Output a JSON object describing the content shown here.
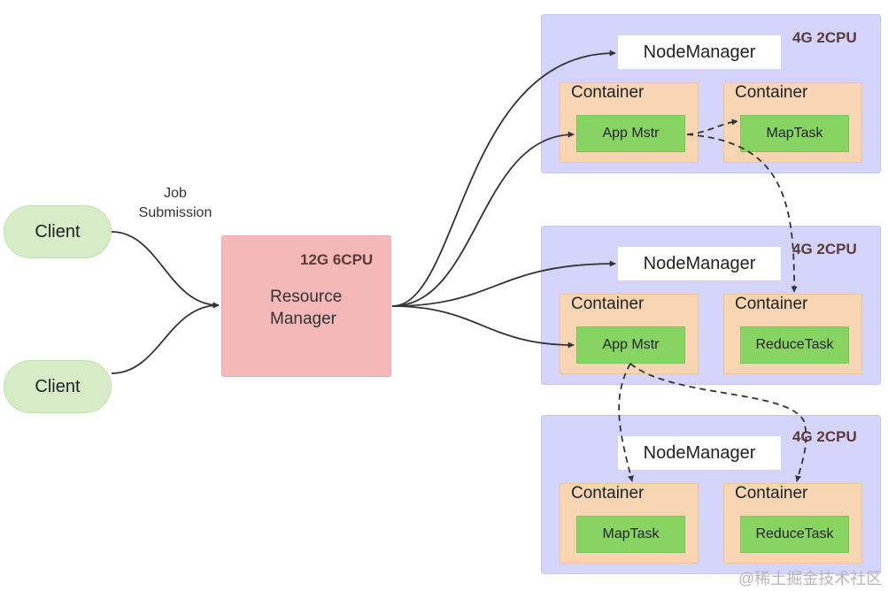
{
  "job_label": [
    "Job",
    "Submission"
  ],
  "clients": [
    {
      "label": "Client"
    },
    {
      "label": "Client"
    }
  ],
  "resource_manager": {
    "resources": "12G 6CPU",
    "name_line1": "Resource",
    "name_line2": "Manager"
  },
  "nodes": [
    {
      "resources": "4G 2CPU",
      "node_manager": "NodeManager",
      "containers": [
        {
          "label": "Container",
          "task": "App Mstr"
        },
        {
          "label": "Container",
          "task": "MapTask"
        }
      ]
    },
    {
      "resources": "4G 2CPU",
      "node_manager": "NodeManager",
      "containers": [
        {
          "label": "Container",
          "task": "App Mstr"
        },
        {
          "label": "Container",
          "task": "ReduceTask"
        }
      ]
    },
    {
      "resources": "4G 2CPU",
      "node_manager": "NodeManager",
      "containers": [
        {
          "label": "Container",
          "task": "MapTask"
        },
        {
          "label": "Container",
          "task": "ReduceTask"
        }
      ]
    }
  ],
  "watermark": "@稀土掘金技术社区",
  "colors": {
    "client": "#d5ecc6",
    "resource_manager": "#f4b8b8",
    "node": "#d4d4fb",
    "container": "#f7d4b2",
    "task": "#88d463",
    "arrow": "#333333"
  }
}
